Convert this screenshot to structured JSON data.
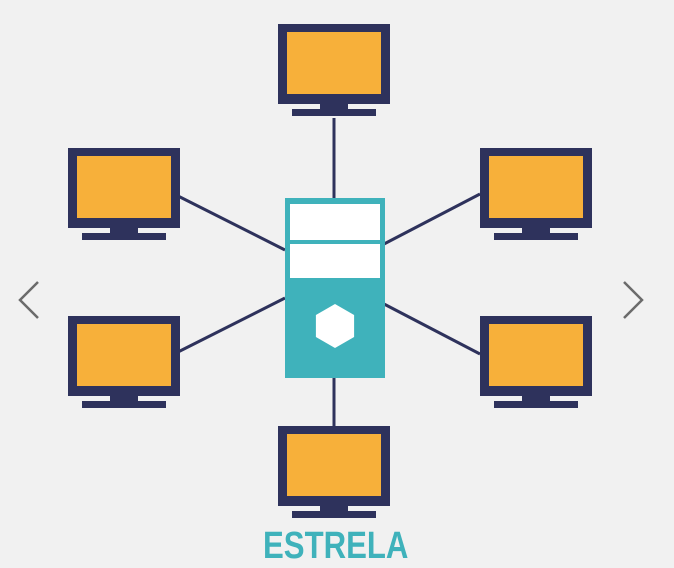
{
  "diagram": {
    "caption": "ESTRELA",
    "colors": {
      "background": "#f1f1f1",
      "monitor_frame": "#2e325c",
      "monitor_screen": "#f7b03a",
      "server_body": "#3fb2bb",
      "server_panel": "#ffffff",
      "link": "#2e325c",
      "caption": "#3fb2bb",
      "arrows": "#6b6b6b"
    },
    "nodes": [
      {
        "id": "server",
        "kind": "server-icon"
      },
      {
        "id": "top",
        "kind": "monitor-icon"
      },
      {
        "id": "upper-left",
        "kind": "monitor-icon"
      },
      {
        "id": "upper-right",
        "kind": "monitor-icon"
      },
      {
        "id": "lower-left",
        "kind": "monitor-icon"
      },
      {
        "id": "lower-right",
        "kind": "monitor-icon"
      },
      {
        "id": "bottom",
        "kind": "monitor-icon"
      }
    ],
    "edges": [
      [
        "server",
        "top"
      ],
      [
        "server",
        "upper-left"
      ],
      [
        "server",
        "upper-right"
      ],
      [
        "server",
        "lower-left"
      ],
      [
        "server",
        "lower-right"
      ],
      [
        "server",
        "bottom"
      ]
    ]
  },
  "carousel": {
    "prev_icon": "chevron-left-icon",
    "next_icon": "chevron-right-icon"
  }
}
